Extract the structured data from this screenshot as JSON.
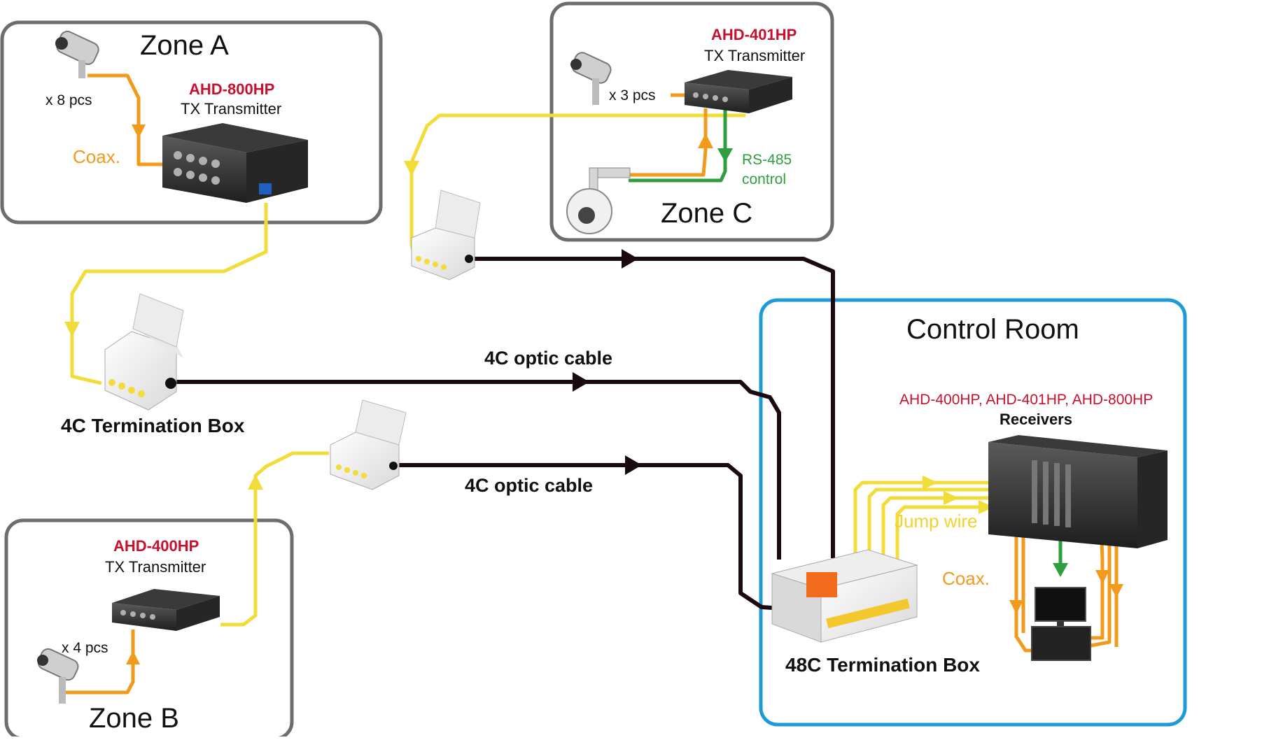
{
  "zones": {
    "zone_a": {
      "title": "Zone A",
      "device_model": "AHD-800HP",
      "device_type": "TX Transmitter",
      "camera_qty": "x 8 pcs",
      "coax_label": "Coax."
    },
    "zone_b": {
      "title": "Zone B",
      "device_model": "AHD-400HP",
      "device_type": "TX Transmitter",
      "camera_qty": "x 4 pcs"
    },
    "zone_c": {
      "title": "Zone C",
      "device_model": "AHD-401HP",
      "device_type": "TX Transmitter",
      "camera_qty": "x 3 pcs",
      "rs485_line1": "RS-485",
      "rs485_line2": "control"
    }
  },
  "control_room": {
    "title": "Control Room",
    "receiver_models": "AHD-400HP, AHD-401HP, AHD-800HP",
    "receiver_label": "Receivers",
    "jump_wire_label": "Jump wire",
    "coax_label": "Coax.",
    "termination_box_label": "48C Termination Box"
  },
  "labels": {
    "termination_box_4c": "4C Termination Box",
    "optic_cable_1": "4C optic cable",
    "optic_cable_2": "4C optic cable"
  },
  "colors": {
    "coax": "#f29a1c",
    "fiber_patch": "#f2dc3a",
    "optic_cable": "#1a0a0f",
    "rs485": "#2e9e3e",
    "zone_border": "#6d6d6d",
    "control_room_border": "#1e9ad6",
    "model_text": "#c8102e"
  }
}
